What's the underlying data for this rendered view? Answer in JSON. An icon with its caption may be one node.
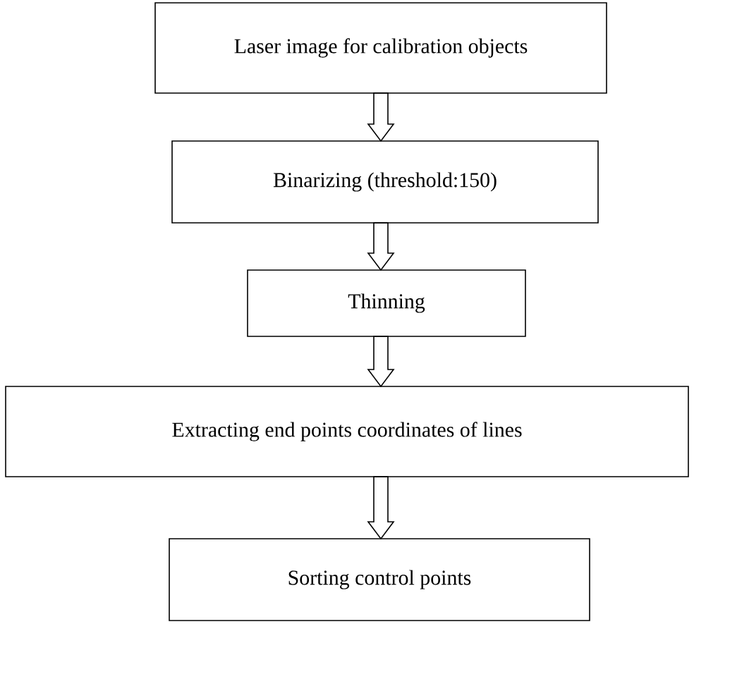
{
  "diagram": {
    "nodes": [
      {
        "text": [
          "Laser image for calibration objects"
        ]
      },
      {
        "text": [
          "Binarizing (threshold:150)"
        ]
      },
      {
        "text": [
          "Thinning"
        ]
      },
      {
        "text": [
          "Extracting end points coordinates of lines"
        ]
      },
      {
        "text": [
          "Sorting control points"
        ]
      }
    ],
    "edges": [
      {
        "from": 0,
        "to": 1,
        "arrow": "to"
      },
      {
        "from": 1,
        "to": 2,
        "arrow": "to"
      },
      {
        "from": 2,
        "to": 3,
        "arrow": "to"
      },
      {
        "from": 3,
        "to": 4,
        "arrow": "to"
      }
    ]
  }
}
